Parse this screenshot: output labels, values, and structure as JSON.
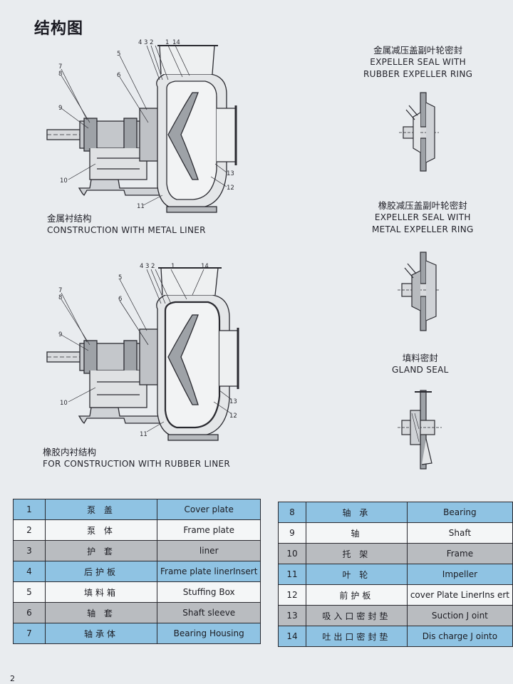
{
  "page": {
    "title": "结构图",
    "page_number": "2"
  },
  "figures": {
    "metal_liner": {
      "caption_cn": "金属衬结构",
      "caption_en": "CONSTRUCTION WITH METAL LINER",
      "callouts": [
        "4",
        "3",
        "2",
        "1",
        "14",
        "5",
        "7",
        "8",
        "6",
        "9",
        "10",
        "11",
        "12",
        "13"
      ]
    },
    "rubber_liner": {
      "caption_cn": "橡胶内衬结构",
      "caption_en": "FOR CONSTRUCTION WITH RUBBER LINER",
      "callouts": [
        "4",
        "3",
        "2",
        "1",
        "14",
        "5",
        "7",
        "8",
        "6",
        "9",
        "10",
        "11",
        "12",
        "13"
      ]
    },
    "seal_1": {
      "cn": "金属减压盖副叶轮密封",
      "en_line1": "EXPELLER SEAL WITH",
      "en_line2": "RUBBER EXPELLER RING"
    },
    "seal_2": {
      "cn": "橡胶减压盖副叶轮密封",
      "en_line1": "EXPELLER SEAL WITH",
      "en_line2": "METAL EXPELLER RING"
    },
    "seal_3": {
      "cn": "填料密封",
      "en_line1": "GLAND SEAL"
    }
  },
  "parts_left": [
    {
      "no": "1",
      "cn": "泵 盖",
      "en": "Cover plate"
    },
    {
      "no": "2",
      "cn": "泵 体",
      "en": "Frame plate"
    },
    {
      "no": "3",
      "cn": "护 套",
      "en": "liner"
    },
    {
      "no": "4",
      "cn": "后护板",
      "en": "Frame plate linerInsert"
    },
    {
      "no": "5",
      "cn": "填料箱",
      "en": "Stuffing Box"
    },
    {
      "no": "6",
      "cn": "轴 套",
      "en": "Shaft sleeve"
    },
    {
      "no": "7",
      "cn": "轴承体",
      "en": "Bearing Housing"
    }
  ],
  "parts_right": [
    {
      "no": "8",
      "cn": "轴 承",
      "en": "Bearing"
    },
    {
      "no": "9",
      "cn": "轴",
      "en": "Shaft"
    },
    {
      "no": "10",
      "cn": "托 架",
      "en": "Frame"
    },
    {
      "no": "11",
      "cn": "叶 轮",
      "en": "Impeller"
    },
    {
      "no": "12",
      "cn": "前护板",
      "en": "cover Plate LinerIns ert"
    },
    {
      "no": "13",
      "cn": "吸入口密封垫",
      "en": "Suction J oint"
    },
    {
      "no": "14",
      "cn": "吐出口密封垫",
      "en": "Dis charge J ointo"
    }
  ],
  "colors": {
    "blue_row": "#8fc3e3",
    "gray_row": "#b9bcc0",
    "ink": "#2a2a30"
  }
}
